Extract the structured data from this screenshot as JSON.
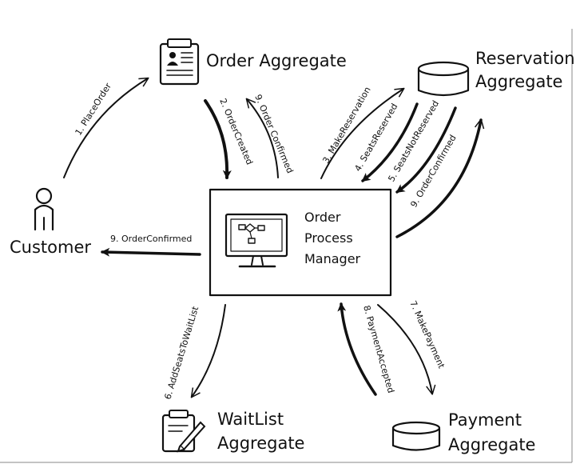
{
  "nodes": {
    "order_aggregate": "Order Aggregate",
    "reservation_aggregate": [
      "Reservation",
      "Aggregate"
    ],
    "customer": "Customer",
    "process_manager": [
      "Order",
      "Process",
      "Manager"
    ],
    "waitlist_aggregate": [
      "WaitList",
      "Aggregate"
    ],
    "payment_aggregate": [
      "Payment",
      "Aggregate"
    ]
  },
  "edges": {
    "place_order": "1. PlaceOrder",
    "order_created": "2. OrderCreated",
    "order_confirmed_to_order": "9. Order Confirmed",
    "make_reservation": "3. MakeReservation",
    "seats_reserved": "4. SeatsReserved",
    "seats_not_reserved": "5. SeatsNotReserved",
    "order_confirmed_to_reservation": "9. OrderConfirmed",
    "order_confirmed_to_customer": "9. OrderConfirmed",
    "add_seats_to_waitlist": "6. AddSeatsToWaitList",
    "payment_accepted": "8. PaymentAccepted",
    "make_payment": "7. MakePayment"
  },
  "icons": {
    "order": "clipboard-icon",
    "reservation": "database-icon",
    "customer": "person-icon",
    "process_manager": "monitor-flowchart-icon",
    "waitlist": "clipboard-pencil-icon",
    "payment": "database-icon"
  }
}
